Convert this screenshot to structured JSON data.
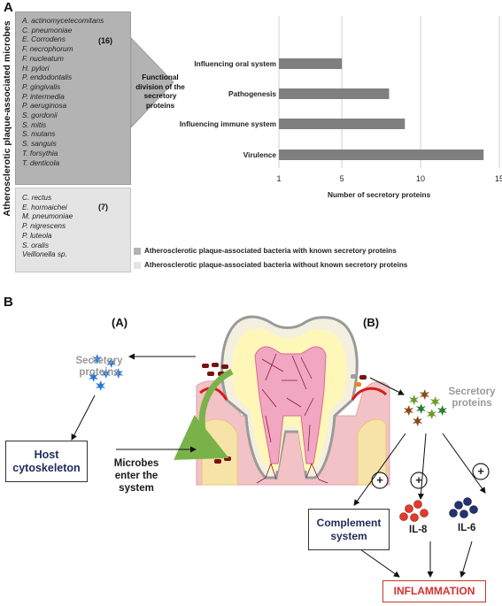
{
  "panel_a": {
    "letter": "A",
    "y_axis_label": "Atherosclerotic plaque-associated microbes",
    "group_known": {
      "count": "(16)",
      "microbes": [
        "A. actinomycetecomitans",
        "C. pneumoniae",
        "E. Corrodens",
        "F. necrophorum",
        "F. nucleatum",
        "H. pylori",
        "P. endodontalis",
        "P. gingivalis",
        "P. intermedia",
        "P. aeruginosa",
        "S. gordonii",
        "S. mitis",
        "S. mutans",
        "S. sanguis",
        "T. forsythia",
        "T. denticola"
      ]
    },
    "group_unknown": {
      "count": "(7)",
      "microbes": [
        "C. rectus",
        "E. hormaichei",
        "M. pneumoniae",
        "P. nigrescens",
        "P. luteola",
        "S. oralis",
        "Veillonella sp."
      ]
    },
    "arrow_text": "Functional division of the secretory proteins",
    "legend": {
      "known": "Atherosclerotic plaque-associated bacteria with known secretory proteins",
      "unknown": "Atherosclerotic plaque-associated bacteria without known secretory proteins"
    },
    "colors": {
      "known": "#b3b3b3",
      "unknown": "#e4e4e4",
      "bar": "#7f7f7f"
    }
  },
  "chart_data": {
    "type": "bar",
    "orientation": "horizontal",
    "categories": [
      "Influencing oral system",
      "Pathogenesis",
      "Influencing immune system",
      "Virulence"
    ],
    "values": [
      5,
      8,
      9,
      14
    ],
    "xlabel": "Number of secretory proteins",
    "ylabel": "",
    "xlim": [
      1,
      15
    ],
    "xticks": [
      1,
      5,
      10,
      15
    ],
    "grid": "vertical"
  },
  "panel_b": {
    "letter": "B",
    "label_a": "(A)",
    "label_b": "(B)",
    "secretory_left": "Secretory proteins",
    "secretory_right": "Secretory proteins",
    "host_cytoskeleton": "Host cytoskeleton",
    "microbes_enter": "Microbes enter the system",
    "complement": "Complement system",
    "il8": "IL-8",
    "il6": "IL-6",
    "inflammation": "INFLAMMATION",
    "plus_sign": "+",
    "colors": {
      "navy": "#1f2b5a",
      "inflammation": "#d32f2f",
      "secretory_gray": "#9a9a9a",
      "green_arrow": "#7ab24a"
    }
  }
}
